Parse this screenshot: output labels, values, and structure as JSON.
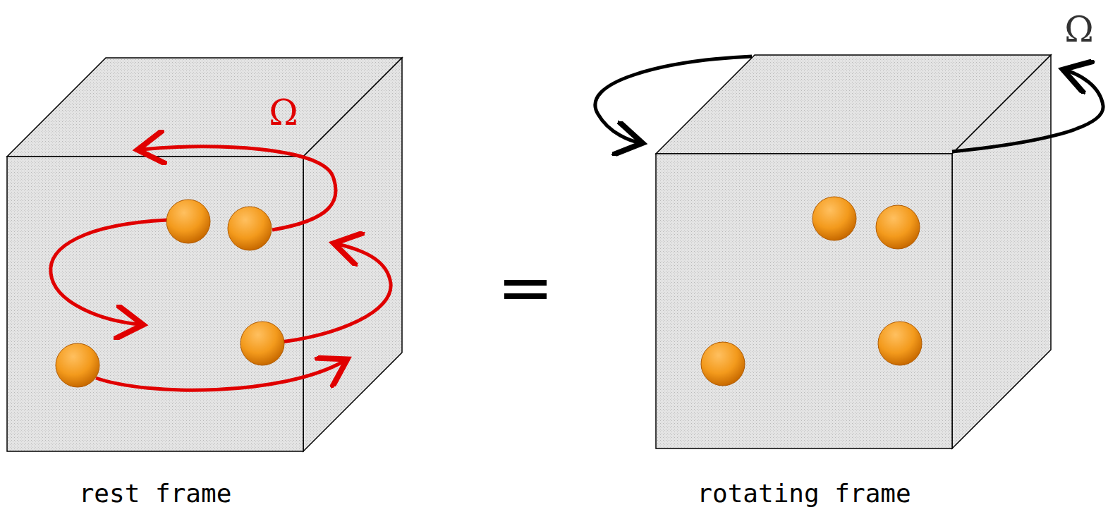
{
  "diagram": {
    "labels": [
      "Ω",
      "=",
      "Ω",
      "rest frame",
      "rotating frame"
    ]
  }
}
